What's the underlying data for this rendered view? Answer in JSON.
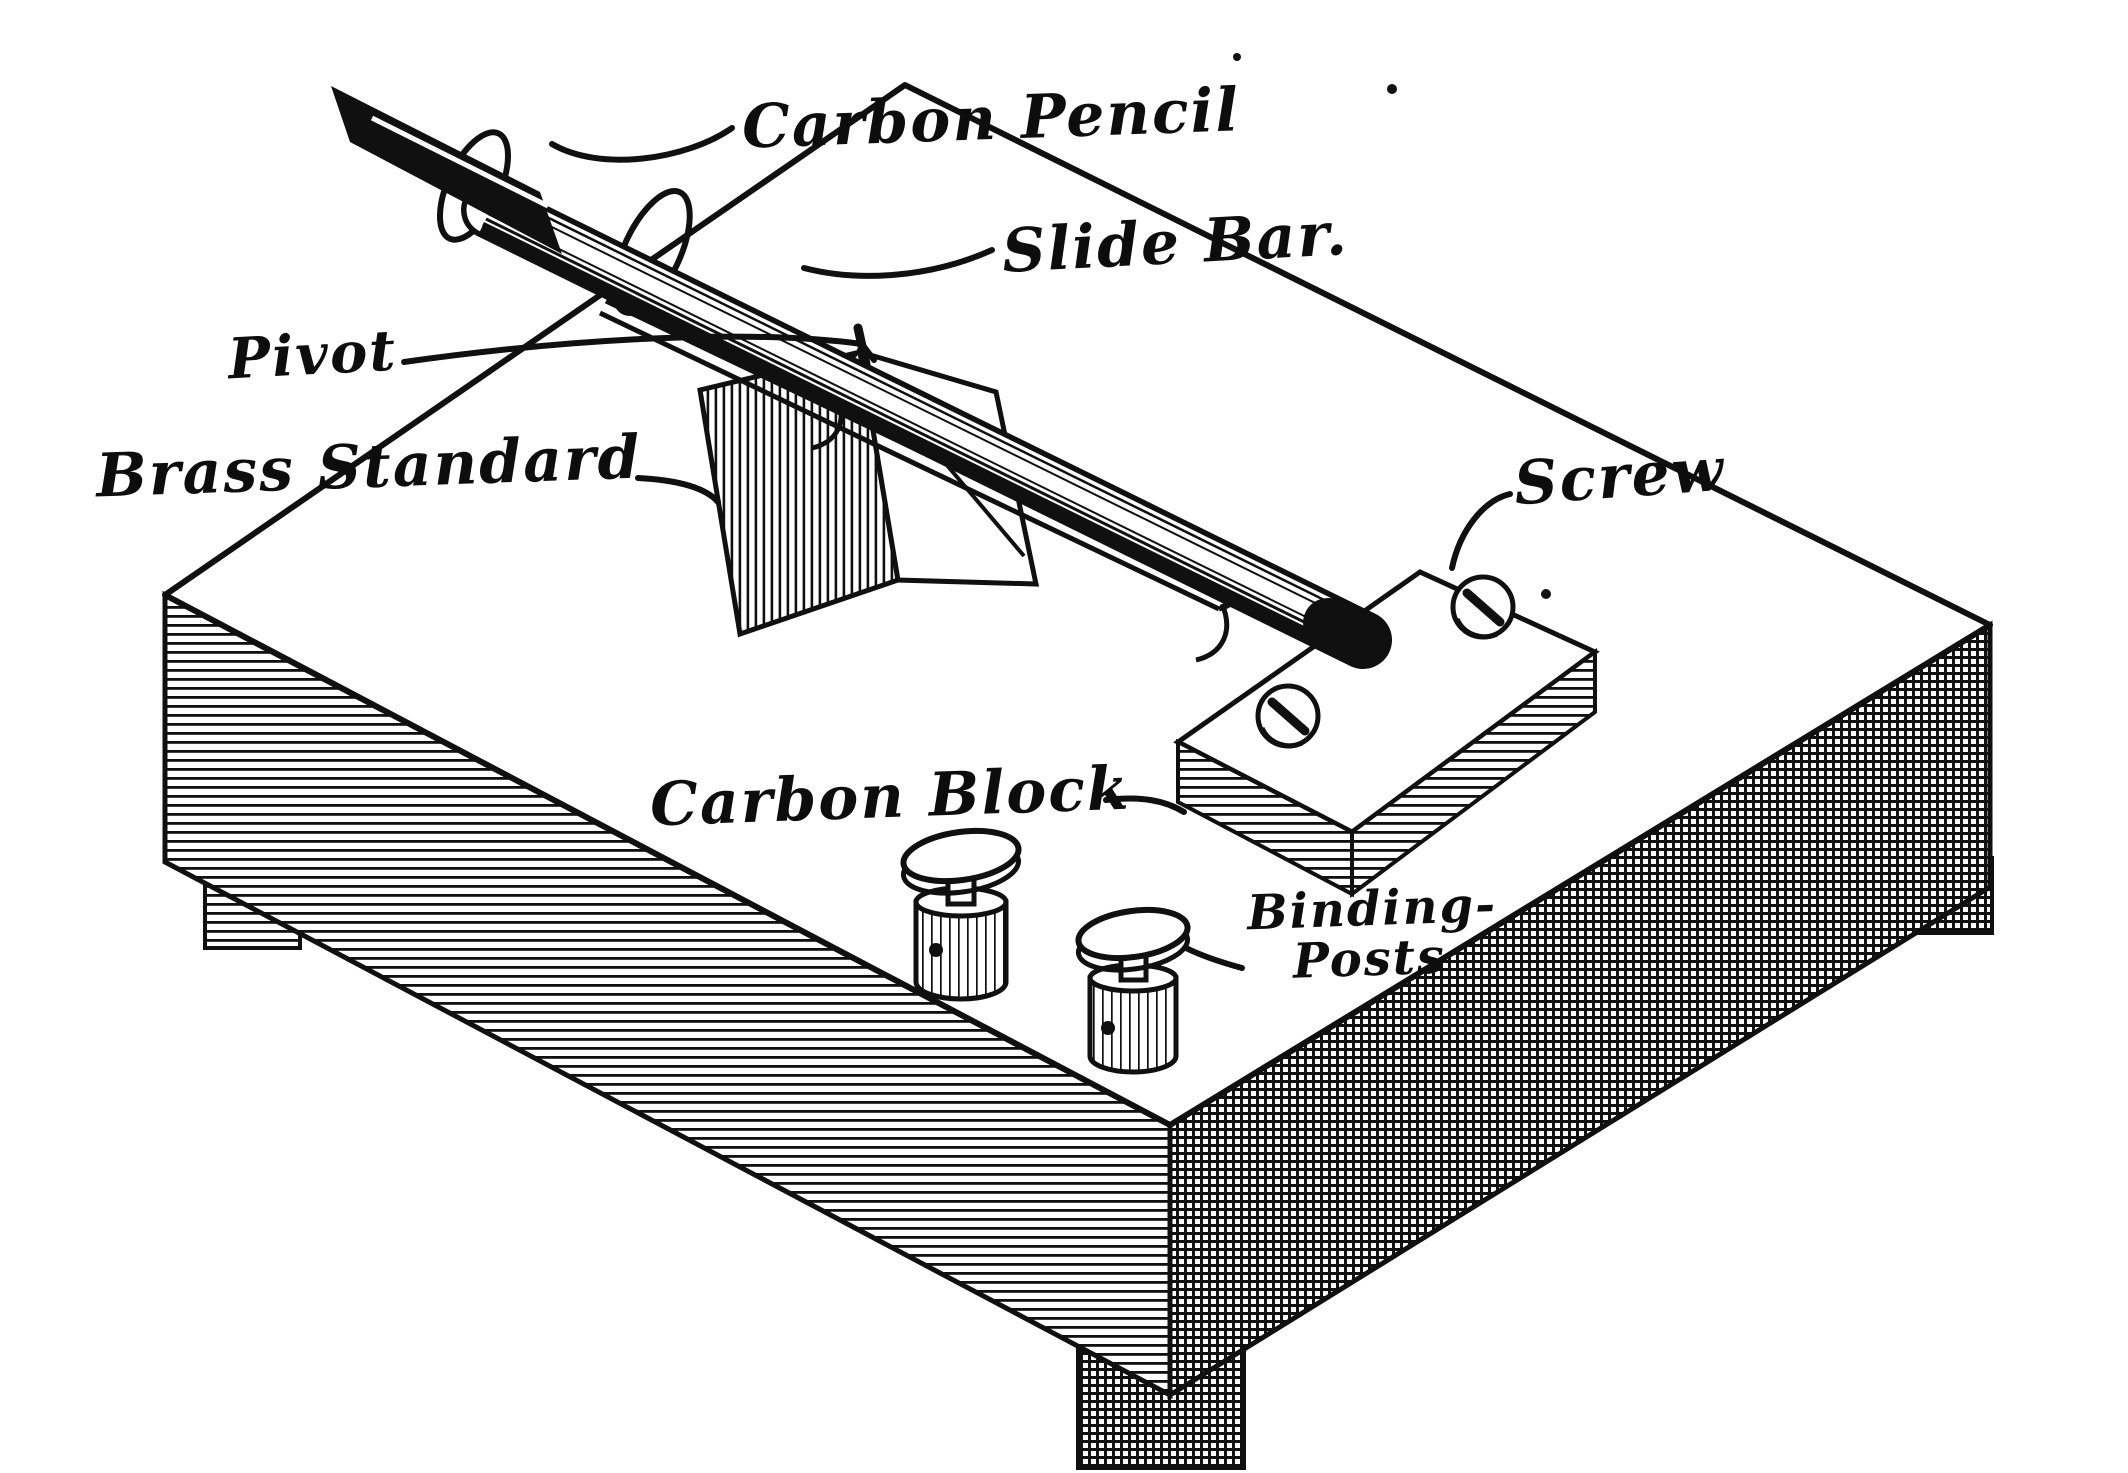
{
  "figure": {
    "kind": "engraved line illustration of a carbon-pencil transmitter apparatus",
    "background_color": "#ffffff",
    "ink_color": "#101010",
    "labels": {
      "carbon_pencil": "Carbon Pencil",
      "slide_bar": "Slide Bar.",
      "pivot": "Pivot",
      "brass_standard": "Brass Standard",
      "screw": "Screw",
      "carbon_block": "Carbon Block",
      "binding_posts_line1": "Binding-",
      "binding_posts_line2": "Posts"
    }
  }
}
